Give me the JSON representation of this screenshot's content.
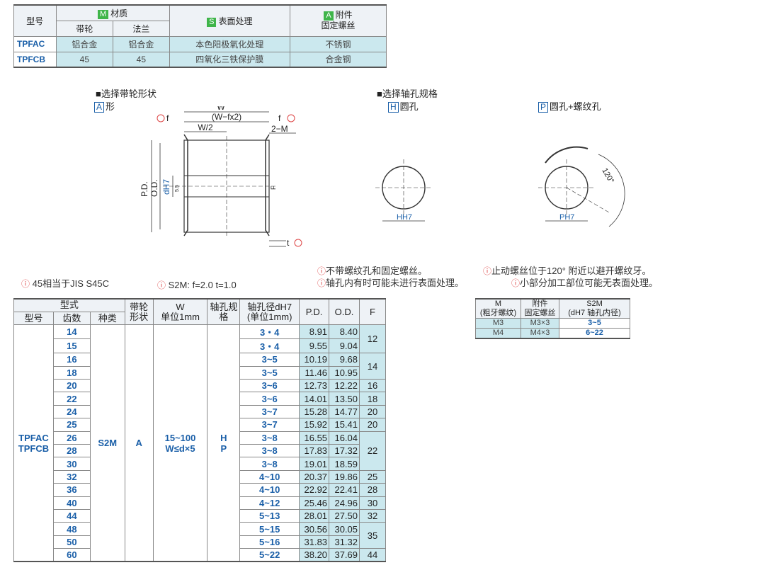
{
  "top_table": {
    "col_model": "型号",
    "material_tag": "M",
    "material": "材质",
    "pulley": "带轮",
    "flange": "法兰",
    "surface_tag": "S",
    "surface": "表面处理",
    "accessory_tag": "A",
    "accessory": "附件",
    "set_screw": "固定螺丝",
    "rows": [
      {
        "model": "TPFAC",
        "pulley": "铝合金",
        "flange": "铝合金",
        "surface": "本色阳极氧化处理",
        "screw": "不锈钢"
      },
      {
        "model": "TPFCB",
        "pulley": "45",
        "flange": "45",
        "surface": "四氧化三铁保护膜",
        "screw": "合金钢"
      }
    ]
  },
  "shape_section": {
    "title": "■选择带轮形状",
    "a_tag": "A",
    "a_label": "形"
  },
  "drawing": {
    "w": "W",
    "wfx2": "(W−fx2)",
    "w2": "W/2",
    "f": "f",
    "m2": "2−M",
    "t": "t",
    "pd": "P.D.",
    "od": "O.D.",
    "dh7": "dH7",
    "f_side": "F",
    "dim": "5.5"
  },
  "bore_section": {
    "title": "■选择轴孔规格",
    "h_tag": "H",
    "h_label": "圆孔",
    "p_tag": "P",
    "p_label": "圆孔+螺纹孔",
    "h_dim": "HH7",
    "p_dim": "PH7",
    "angle": "120°"
  },
  "notes": {
    "n1": "45相当于JIS  S45C",
    "n2": "S2M: f=2.0  t=1.0",
    "n3": "不带螺纹孔和固定螺丝。",
    "n4": "止动螺丝位于120°  附近以避开螺纹牙。",
    "n5": "轴孔内有时可能未进行表面处理。",
    "n6": "小部分加工部位可能无表面处理。"
  },
  "main_table": {
    "h_type": "型式",
    "h_model": "型号",
    "h_teeth": "齿数",
    "h_kind": "种类",
    "h_shape": "带轮形状",
    "h_w": "W",
    "h_w_unit": "单位1mm",
    "h_bore": "轴孔规格",
    "h_dia": "轴孔径dH7",
    "h_dia_unit": "(单位1mm)",
    "h_pd": "P.D.",
    "h_od": "O.D.",
    "h_f": "F",
    "models": [
      "TPFAC",
      "TPFCB"
    ],
    "kind": "S2M",
    "shape": "A",
    "w_range": "15~100",
    "w_cond": "W≤d×5",
    "bore_h": "H",
    "bore_p": "P",
    "rows": [
      {
        "teeth": "14",
        "dia": "3・4",
        "pd": "8.91",
        "od": "8.40"
      },
      {
        "teeth": "15",
        "dia": "3・4",
        "pd": "9.55",
        "od": "9.04"
      },
      {
        "teeth": "16",
        "dia": "3~5",
        "pd": "10.19",
        "od": "9.68"
      },
      {
        "teeth": "18",
        "dia": "3~5",
        "pd": "11.46",
        "od": "10.95"
      },
      {
        "teeth": "20",
        "dia": "3~6",
        "pd": "12.73",
        "od": "12.22"
      },
      {
        "teeth": "22",
        "dia": "3~6",
        "pd": "14.01",
        "od": "13.50"
      },
      {
        "teeth": "24",
        "dia": "3~7",
        "pd": "15.28",
        "od": "14.77"
      },
      {
        "teeth": "25",
        "dia": "3~7",
        "pd": "15.92",
        "od": "15.41"
      },
      {
        "teeth": "26",
        "dia": "3~8",
        "pd": "16.55",
        "od": "16.04"
      },
      {
        "teeth": "28",
        "dia": "3~8",
        "pd": "17.83",
        "od": "17.32"
      },
      {
        "teeth": "30",
        "dia": "3~8",
        "pd": "19.01",
        "od": "18.59"
      },
      {
        "teeth": "32",
        "dia": "4~10",
        "pd": "20.37",
        "od": "19.86"
      },
      {
        "teeth": "36",
        "dia": "4~10",
        "pd": "22.92",
        "od": "22.41"
      },
      {
        "teeth": "40",
        "dia": "4~12",
        "pd": "25.46",
        "od": "24.96"
      },
      {
        "teeth": "44",
        "dia": "5~13",
        "pd": "28.01",
        "od": "27.50"
      },
      {
        "teeth": "48",
        "dia": "5~15",
        "pd": "30.56",
        "od": "30.05"
      },
      {
        "teeth": "50",
        "dia": "5~16",
        "pd": "31.83",
        "od": "31.32"
      },
      {
        "teeth": "60",
        "dia": "5~22",
        "pd": "38.20",
        "od": "37.69"
      }
    ],
    "f_values": [
      "12",
      "14",
      "16",
      "18",
      "20",
      "20",
      "22",
      "25",
      "28",
      "30",
      "32",
      "35",
      "44"
    ]
  },
  "screw_table": {
    "h_m": "M",
    "h_m_sub": "(粗牙螺纹)",
    "h_acc": "附件",
    "h_acc_sub": "固定螺丝",
    "h_s2m": "S2M",
    "h_s2m_sub": "(dH7 轴孔内径)",
    "rows": [
      {
        "m": "M3",
        "screw": "M3×3",
        "range": "3~5"
      },
      {
        "m": "M4",
        "screw": "M4×3",
        "range": "6~22"
      }
    ]
  }
}
